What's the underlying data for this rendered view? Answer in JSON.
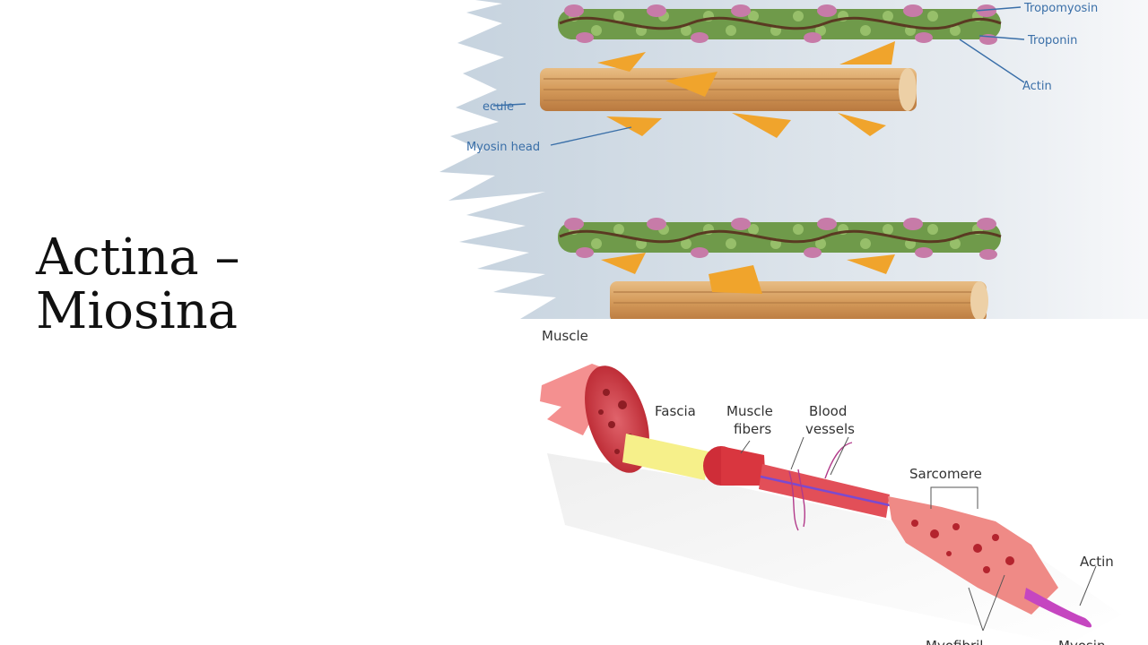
{
  "slide": {
    "title_line1": "Actina –",
    "title_line2": "Miosina"
  },
  "figure_top": {
    "labels": {
      "tropomyosin": "Tropomyosin",
      "troponin": "Troponin",
      "actin": "Actin",
      "molecule": "ecule",
      "myosin_head": "Myosin head"
    }
  },
  "figure_bottom": {
    "labels": {
      "muscle": "Muscle",
      "fascia": "Fascia",
      "muscle_fibers_1": "Muscle",
      "muscle_fibers_2": "fibers",
      "blood_vessels_1": "Blood",
      "blood_vessels_2": "vessels",
      "sarcomere": "Sarcomere",
      "actin": "Actin",
      "myofibril": "Myofibril",
      "myosin": "Myosin"
    }
  },
  "colors": {
    "rod": "#d9a566",
    "myosin_head": "#f0a42c",
    "actin_bead": "#6f9a4a",
    "troponin": "#c77ba8",
    "muscle_red": "#d9363f",
    "label_blue": "#3a6fa8"
  }
}
